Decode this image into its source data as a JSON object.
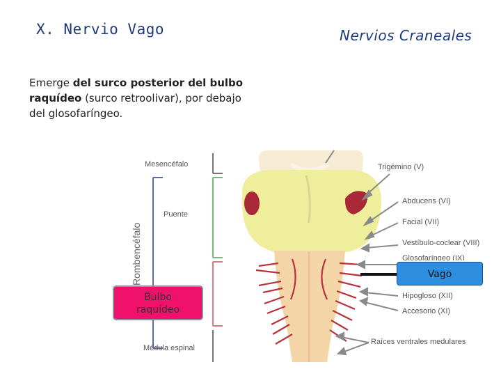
{
  "header": {
    "title": "X. Nervio  Vago",
    "subtitle": "Nervios Craneales"
  },
  "description": {
    "part1": "Emerge ",
    "bold1": "del surco posterior del bulbo raquídeo",
    "part2": " (surco retroolivar), por debajo del glosofaríngeo."
  },
  "figure": {
    "left_labels": {
      "mesencefalo": "Mesencéfalo",
      "rombencefalo": "Rombencéfalo",
      "puente": "Puente",
      "medula": "Médula espinal"
    },
    "bulbo_box": {
      "line1": "Bulbo",
      "line2": "raquídeo"
    },
    "right_labels": {
      "trigemino": "Trigémino (V)",
      "abducens": "Abducens (VI)",
      "facial": "Facial (VII)",
      "vestibulo": "Vestíbulo-coclear (VIII)",
      "glosofaringeo": "Glosofaríngeo (IX)",
      "hipogloso": "Hipogloso (XII)",
      "accesorio": "Accesorio (XI)",
      "raices": "Raíces ventrales medulares"
    },
    "vago_box": "Vago",
    "colors": {
      "bulbo_box": "#f0126a",
      "vago_box": "#2e8fe0",
      "pons": "#eeee9c",
      "nerves": "#b8323a",
      "bracket_green": "#70c070",
      "bracket_red": "#e07a7a",
      "bracket_blue": "#5a6aa8"
    }
  }
}
